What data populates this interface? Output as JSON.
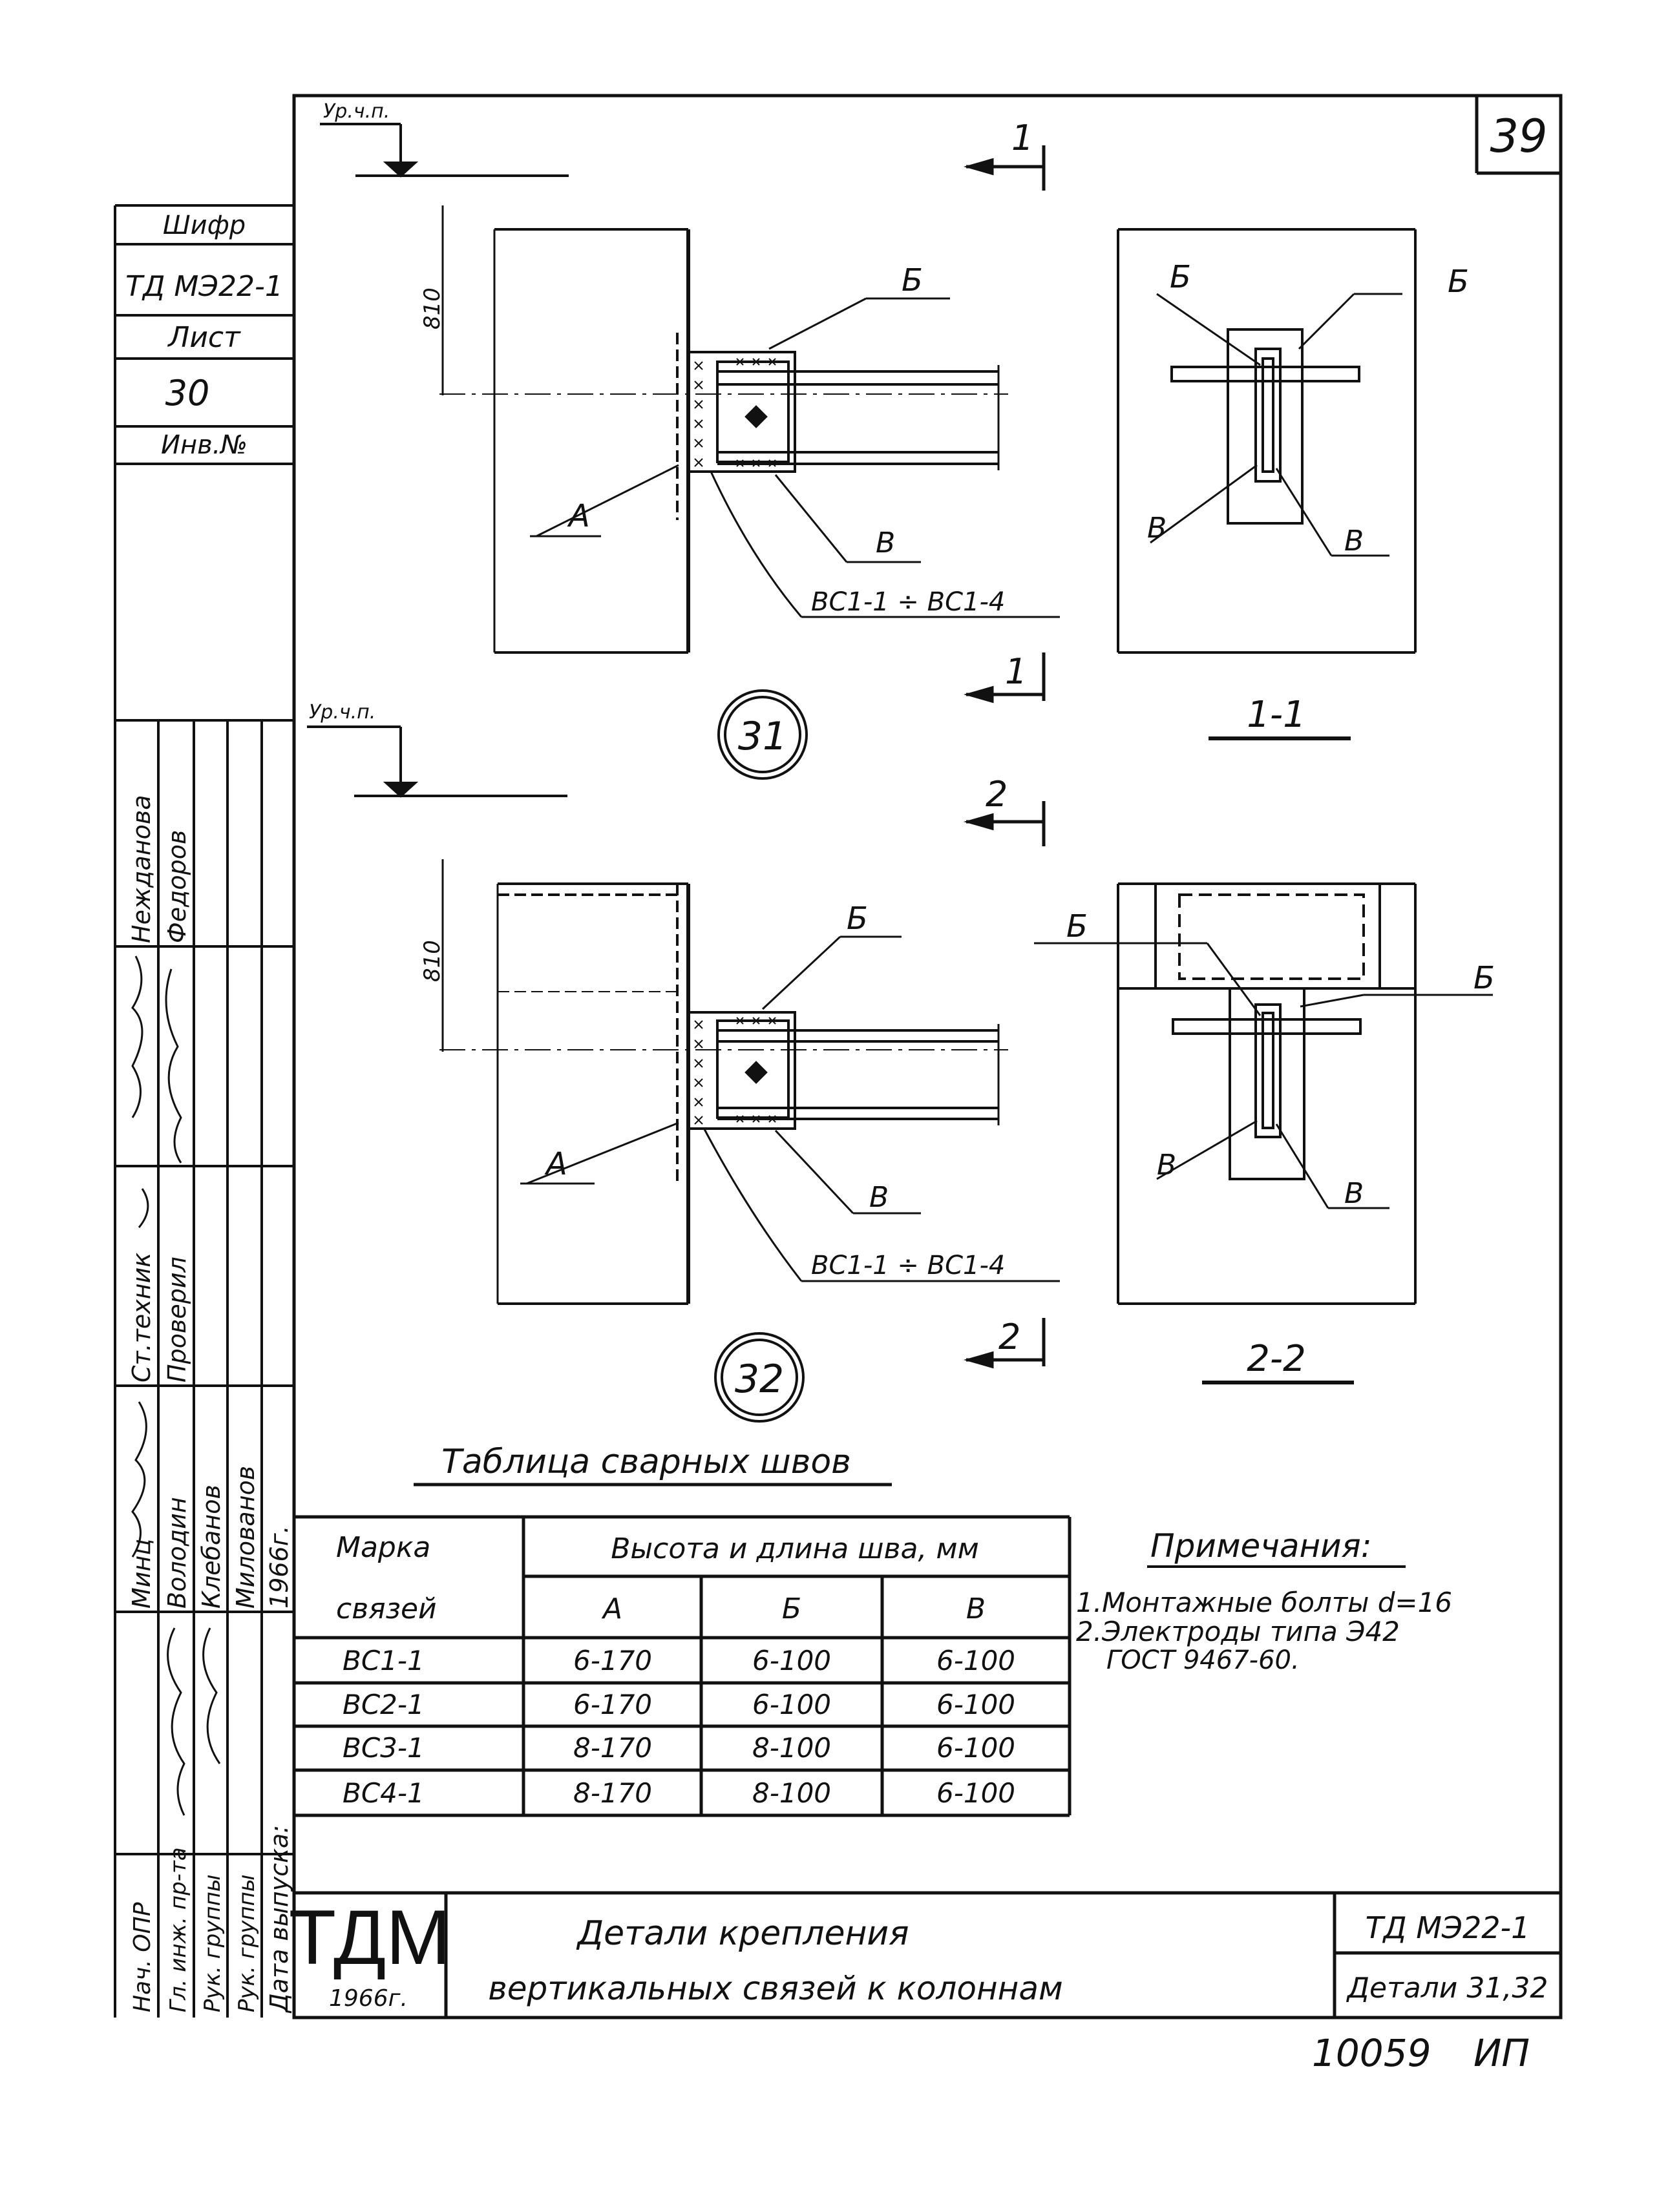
{
  "sheet": {
    "page_number": "39",
    "doc_number": "10059",
    "doc_suffix": "ИП"
  },
  "left_strip": {
    "code_label": "Шифр",
    "code_value": "ТД МЭ22-1",
    "sheet_label": "Лист",
    "sheet_value": "30",
    "inv_label": "Инв.№",
    "names_top": [
      "Нежданова",
      "Федоров"
    ],
    "roles_mid": [
      "Ст.техник",
      "Проверил"
    ],
    "names_bottom": [
      "Минц",
      "Володин",
      "Клебанов",
      "Милованов"
    ],
    "roles_bottom": [
      "Нач. ОПР",
      "Гл. инж. пр-та",
      "Рук. группы",
      "Рук. группы",
      "Дата выпуска:"
    ],
    "release_year": "1966г."
  },
  "drawing": {
    "level_mark": "Ур.ч.п.",
    "dim_810": "810",
    "label_A": "А",
    "label_B": "Б",
    "label_V": "В",
    "brace_range": "ВС1-1 ÷ ВС1-4",
    "detail_31": "31",
    "detail_32": "32",
    "section_1": "1",
    "section_2": "2",
    "section_1_1": "1-1",
    "section_2_2": "2-2"
  },
  "weld_table": {
    "title": "Таблица сварных швов",
    "col_mark_line1": "Марка",
    "col_mark_line2": "связей",
    "col_group": "Высота и длина шва, мм",
    "col_a": "А",
    "col_b": "Б",
    "col_v": "В",
    "rows": [
      {
        "mark": "ВС1-1",
        "a": "6-170",
        "b": "6-100",
        "v": "6-100"
      },
      {
        "mark": "ВС2-1",
        "a": "6-170",
        "b": "6-100",
        "v": "6-100"
      },
      {
        "mark": "ВС3-1",
        "a": "8-170",
        "b": "8-100",
        "v": "6-100"
      },
      {
        "mark": "ВС4-1",
        "a": "8-170",
        "b": "8-100",
        "v": "6-100"
      }
    ]
  },
  "notes": {
    "title": "Примечания:",
    "items": [
      "1.Монтажные болты d=16",
      "2.Электроды типа Э42",
      "ГОСТ 9467-60."
    ]
  },
  "title_block": {
    "logo": "ТДМ",
    "year": "1966г.",
    "title_line1": "Детали крепления",
    "title_line2": "вертикальных связей к колоннам",
    "code": "ТД МЭ22-1",
    "details": "Детали 31,32"
  }
}
